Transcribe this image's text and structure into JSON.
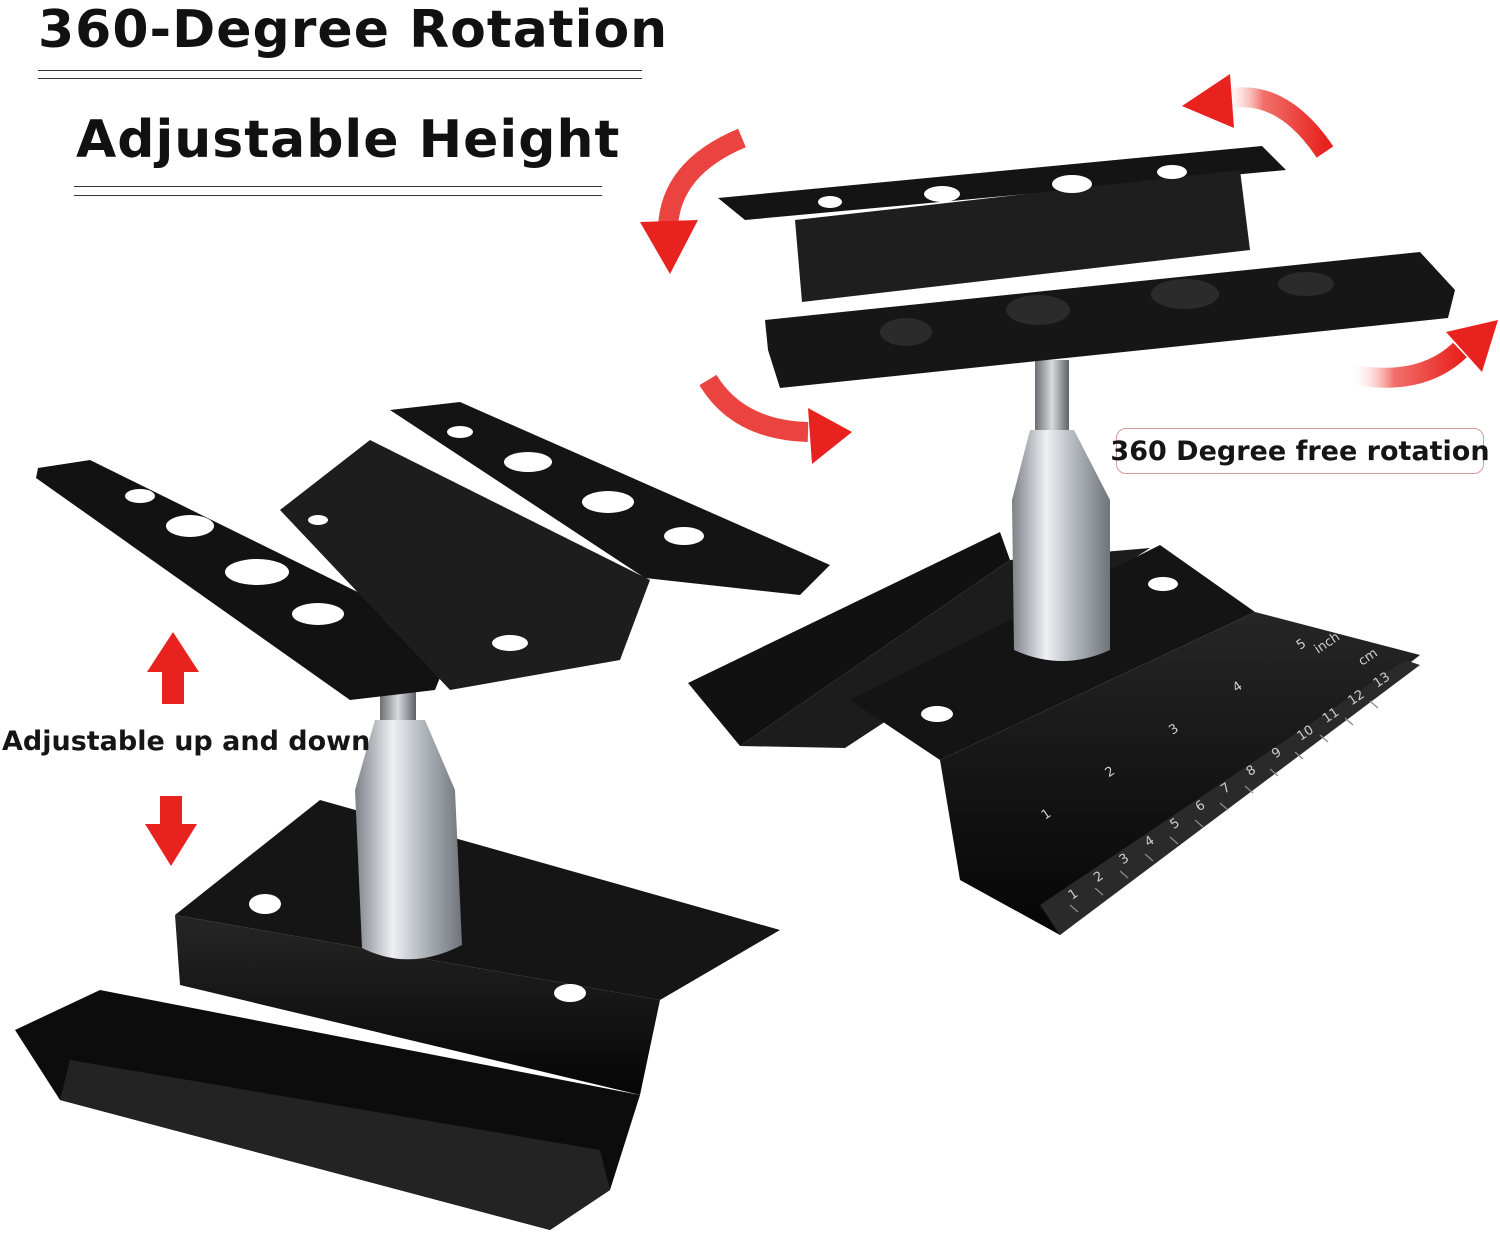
{
  "headings": {
    "rotation": "360-Degree Rotation",
    "height": "Adjustable Height"
  },
  "callouts": {
    "free_rotation": "360 Degree free rotation",
    "up_down": "Adjustable up and down"
  },
  "ruler": {
    "unit_inch": "inch",
    "unit_cm": "cm",
    "inch_marks": [
      "1",
      "2",
      "3",
      "4",
      "5"
    ],
    "cm_marks": [
      "1",
      "2",
      "3",
      "4",
      "5",
      "6",
      "7",
      "8",
      "9",
      "10",
      "11",
      "12",
      "13"
    ]
  },
  "colors": {
    "arrow": "#e8231f",
    "stand_black": "#0d0d0d",
    "aluminum": "#c9ccd1"
  }
}
